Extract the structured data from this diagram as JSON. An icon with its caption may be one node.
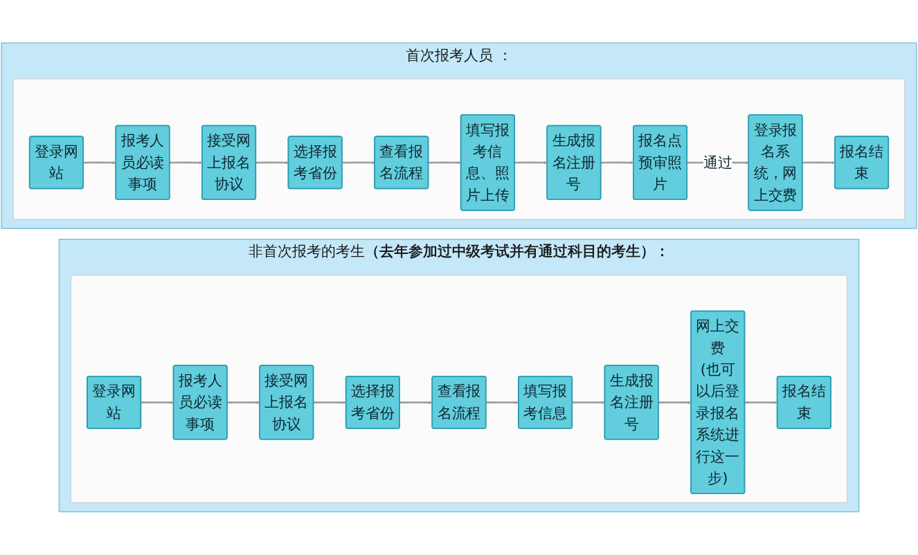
{
  "diagram": {
    "nodes": [
      {
        "text": [
          "首次报考人员 ："
        ]
      },
      {
        "text": [],
        "shape": "box",
        "in": 0
      },
      {
        "text": [
          "登录网站"
        ],
        "in": 1
      },
      {
        "text": [
          "报考人员必读事项"
        ],
        "in": 1
      },
      {
        "text": [
          "接受网上报名协议"
        ],
        "in": 1
      },
      {
        "text": [
          "选择报考省份"
        ],
        "in": 1
      },
      {
        "text": [
          "查看报名流程"
        ],
        "in": 1
      },
      {
        "text": [
          "填写报考信息、照片上传"
        ],
        "in": 1
      },
      {
        "text": [
          "生成报名注册号"
        ],
        "in": 1
      },
      {
        "text": [
          "报名点预审照片"
        ],
        "in": 1
      },
      {
        "text": [
          "登录报名系统，网上交费"
        ],
        "in": 1
      },
      {
        "text": [
          "报名结束"
        ],
        "in": 1
      },
      {
        "text": [
          "非首次报考的考生**（去年参加过中级考试并有通过科目的考生）：**"
        ]
      },
      {
        "text": [],
        "shape": "box",
        "in": 12
      },
      {
        "text": [
          "登录网站"
        ],
        "in": 13
      },
      {
        "text": [
          "报考人员必读事项"
        ],
        "in": 13
      },
      {
        "text": [
          "接受网上报名协议"
        ],
        "in": 13
      },
      {
        "text": [
          "选择报考省份"
        ],
        "in": 13
      },
      {
        "text": [
          "查看报名流程"
        ],
        "in": 13
      },
      {
        "text": [
          "填写报考信息"
        ],
        "in": 13
      },
      {
        "text": [
          "生成报名注册号"
        ],
        "in": 13
      },
      {
        "text": [
          "网上交费",
          "(也可以后登录报名系统进行这一步)"
        ],
        "in": 13
      },
      {
        "text": [
          "报名结束"
        ],
        "in": 13
      }
    ],
    "edges": [
      {
        "from": 2,
        "to": 3,
        "arrow": "to"
      },
      {
        "from": 3,
        "to": 4,
        "arrow": "to"
      },
      {
        "from": 4,
        "to": 5,
        "arrow": "to"
      },
      {
        "from": 5,
        "to": 6,
        "arrow": "to"
      },
      {
        "from": 6,
        "to": 7,
        "arrow": "to"
      },
      {
        "from": 7,
        "to": 8,
        "arrow": "to"
      },
      {
        "from": 8,
        "to": 9,
        "arrow": "to"
      },
      {
        "from": 9,
        "to": 10,
        "arrow": "to",
        "label": "通过"
      },
      {
        "from": 10,
        "to": 11,
        "arrow": "to"
      },
      {
        "from": 14,
        "to": 15,
        "arrow": "to"
      },
      {
        "from": 15,
        "to": 16,
        "arrow": "to"
      },
      {
        "from": 16,
        "to": 17,
        "arrow": "to"
      },
      {
        "from": 17,
        "to": 18,
        "arrow": "to"
      },
      {
        "from": 18,
        "to": 19,
        "arrow": "to"
      },
      {
        "from": 19,
        "to": 20,
        "arrow": "to"
      },
      {
        "from": 20,
        "to": 21,
        "arrow": "to"
      },
      {
        "from": 21,
        "to": 22,
        "arrow": "to"
      }
    ]
  }
}
